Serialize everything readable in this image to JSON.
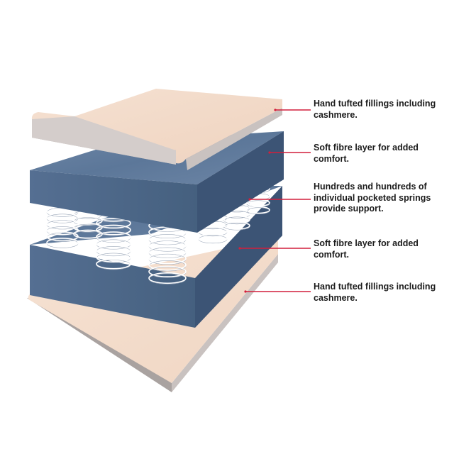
{
  "diagram": {
    "callouts": [
      {
        "id": "top-filling",
        "text": "Hand tufted fillings including\ncashmere."
      },
      {
        "id": "top-fibre",
        "text": "Soft fibre layer for added\ncomfort."
      },
      {
        "id": "springs",
        "text": "Hundreds and hundreds of\nindividual pocketed springs\nprovide support."
      },
      {
        "id": "bottom-fibre",
        "text": "Soft fibre layer for added\ncomfort."
      },
      {
        "id": "bottom-filling",
        "text": "Hand tufted fillings including\ncashmere."
      }
    ]
  },
  "colors": {
    "filling_top": "#f2d9c8",
    "filling_side": "#cfc8c6",
    "filling_edge": "#a9a2a0",
    "fibre_top": "#5f7a9c",
    "fibre_front": "#4a6384",
    "fibre_side": "#3a5273",
    "spring": "#ffffff",
    "leader_line": "#d21f3c",
    "label_text": "#1c1c1c"
  }
}
